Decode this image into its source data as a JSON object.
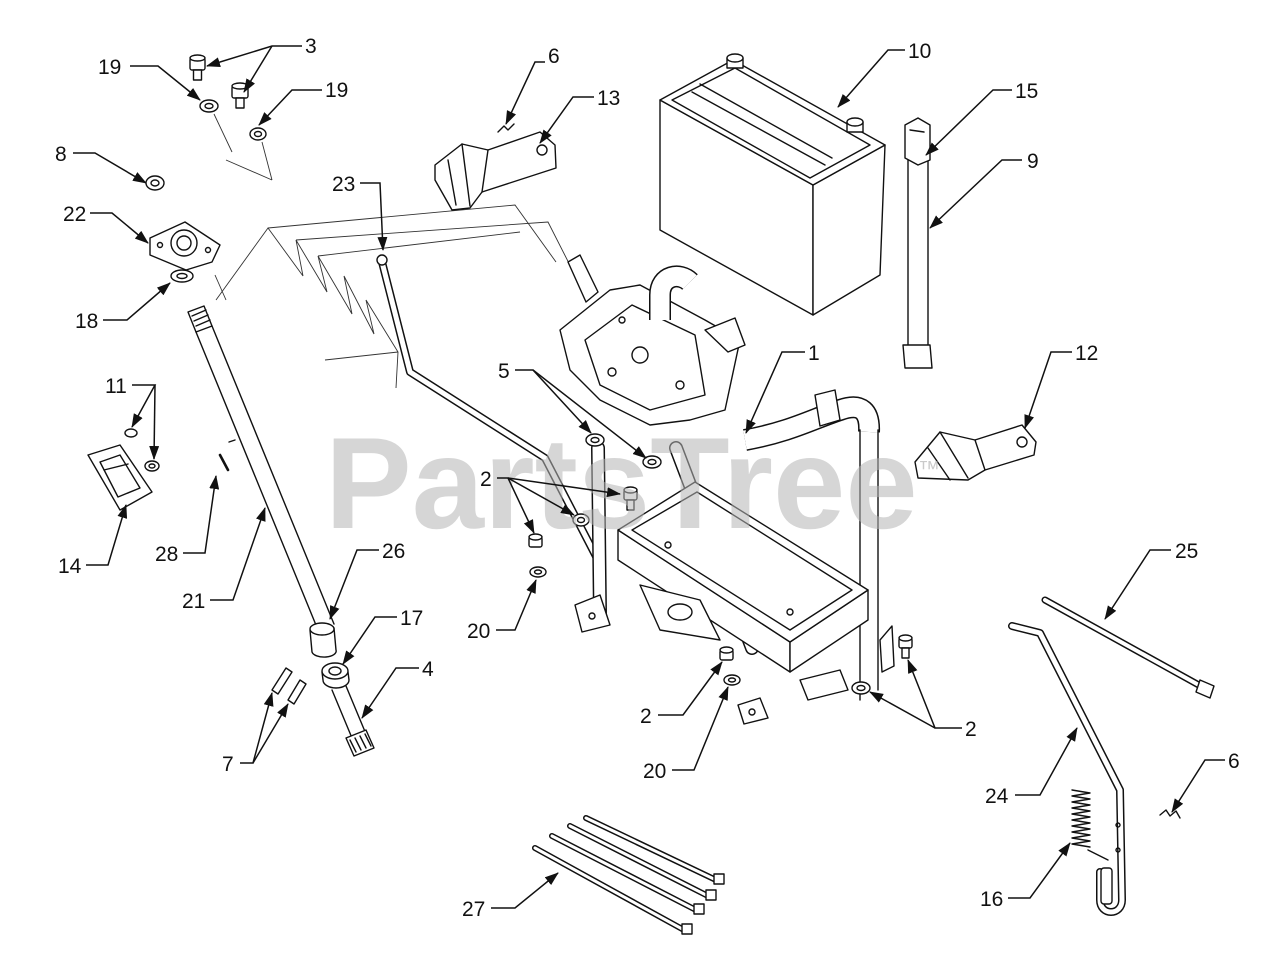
{
  "watermark": {
    "text": "PartsTree",
    "mark": "™"
  },
  "callouts": [
    {
      "label": "3"
    },
    {
      "label": "19"
    },
    {
      "label": "19"
    },
    {
      "label": "6"
    },
    {
      "label": "13"
    },
    {
      "label": "10"
    },
    {
      "label": "15"
    },
    {
      "label": "9"
    },
    {
      "label": "8"
    },
    {
      "label": "22"
    },
    {
      "label": "18"
    },
    {
      "label": "23"
    },
    {
      "label": "1"
    },
    {
      "label": "12"
    },
    {
      "label": "5"
    },
    {
      "label": "11"
    },
    {
      "label": "2"
    },
    {
      "label": "14"
    },
    {
      "label": "28"
    },
    {
      "label": "21"
    },
    {
      "label": "26"
    },
    {
      "label": "17"
    },
    {
      "label": "4"
    },
    {
      "label": "20"
    },
    {
      "label": "25"
    },
    {
      "label": "7"
    },
    {
      "label": "2"
    },
    {
      "label": "20"
    },
    {
      "label": "2"
    },
    {
      "label": "6"
    },
    {
      "label": "24"
    },
    {
      "label": "16"
    },
    {
      "label": "27"
    }
  ]
}
